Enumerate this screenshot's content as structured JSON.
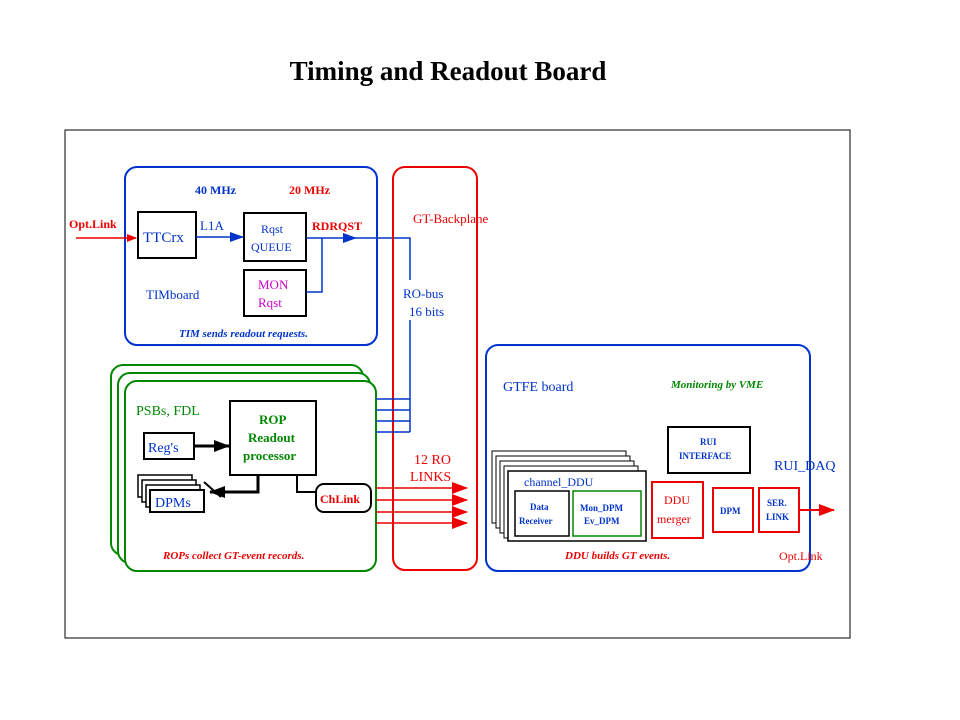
{
  "title": "Timing and Readout Board",
  "colors": {
    "blue": "#0033cc",
    "red": "#ee0000",
    "green": "#008800",
    "magenta": "#cc00cc",
    "black": "#000000"
  },
  "tim": {
    "freq_40": "40 MHz",
    "freq_20": "20 MHz",
    "opt_link": "Opt.Link",
    "ttcrx": "TTCrx",
    "l1a": "L1A",
    "rqst_queue": [
      "Rqst",
      "QUEUE"
    ],
    "rdrqst": "RDRQST",
    "mon_rqst": [
      "MON",
      "Rqst"
    ],
    "board_label": "TIMboard",
    "caption": "TIM sends readout requests."
  },
  "backplane": {
    "label": "GT-Backplane",
    "ro_bus": [
      "RO-bus",
      "16 bits"
    ],
    "ro_links": [
      "12 RO",
      "LINKS"
    ]
  },
  "psb": {
    "label": "PSBs, FDL",
    "rop": [
      "ROP",
      "Readout",
      "processor"
    ],
    "regs": "Reg's",
    "dpms": "DPMs",
    "chlink": "ChLink",
    "caption": "ROPs collect GT-event records."
  },
  "gtfe": {
    "label": "GTFE board",
    "monitoring": "Monitoring by VME",
    "rui_interface": [
      "RUI",
      "INTERFACE"
    ],
    "rui_daq": "RUI_DAQ",
    "channel_ddu": "channel_DDU",
    "data_receiver": [
      "Data",
      "Receiver"
    ],
    "mon_dpm": [
      "Mon_DPM",
      "Ev_DPM"
    ],
    "ddu_merger": [
      "DDU",
      "merger"
    ],
    "dpm": "DPM",
    "ser_link": [
      "SER.",
      "LINK"
    ],
    "opt_link": "Opt.Link",
    "caption": "DDU builds GT events."
  }
}
